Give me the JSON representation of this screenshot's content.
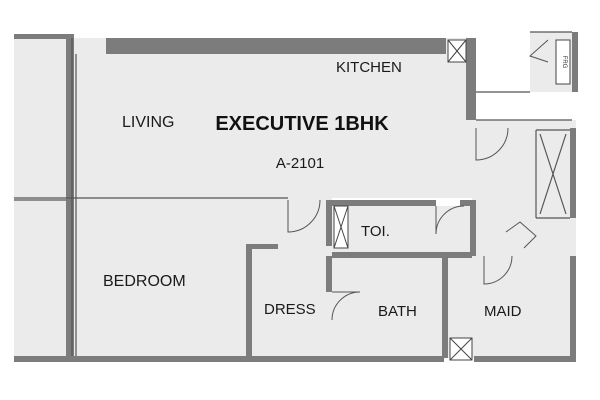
{
  "plan": {
    "title": "EXECUTIVE 1BHK",
    "unit": "A-2101",
    "rooms": {
      "living": "LIVING",
      "kitchen": "KITCHEN",
      "bedroom": "BEDROOM",
      "dress": "DRESS",
      "bath": "BATH",
      "toilet": "TOI.",
      "maid": "MAID"
    },
    "fridge_mark": "FRG"
  },
  "colors": {
    "floor": "#ebebeb",
    "wall": "#7c7c7c",
    "line": "#555555",
    "background": "#ffffff"
  }
}
